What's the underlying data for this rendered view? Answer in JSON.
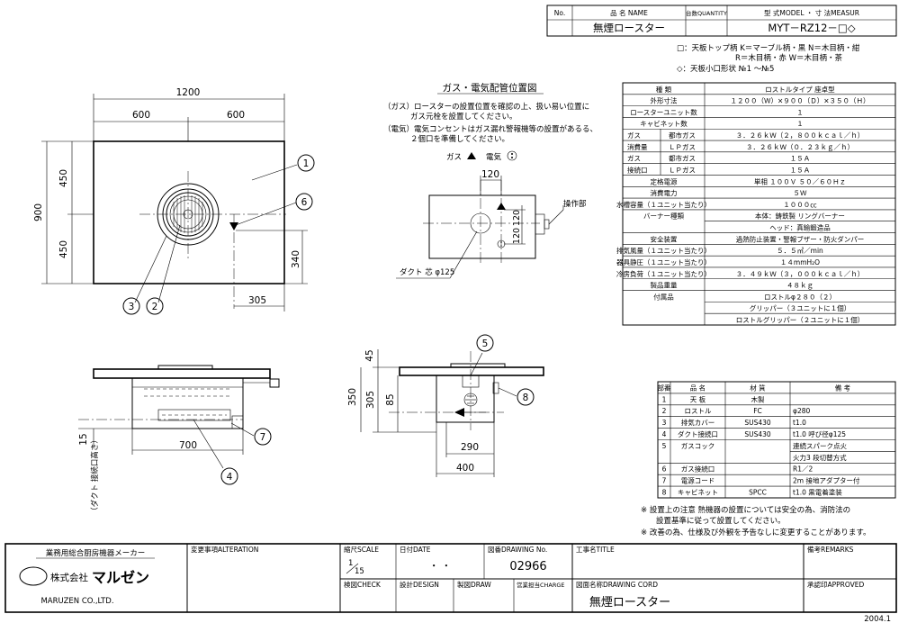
{
  "header": {
    "no_label": "No.",
    "name_label": "品 名 NAME",
    "qty_label": "台数QUANTITY",
    "model_label": "型 式MODEL ・ 寸 法MEASUR",
    "product_name": "無煙ロースター",
    "model": "MYT－RZ12－□◇"
  },
  "options": {
    "line1": "□：天板トップ柄 K＝マーブル柄・黒 N＝木目柄・紺",
    "line2": "R＝木目柄・赤 W＝木目柄・茶",
    "line3": "◇：天板小口形状 №1 ～№5"
  },
  "piping": {
    "title": "ガス・電気配管位置図",
    "note1a": "（ガス）ロースターの設置位置を確認の上、扱い易い位置に",
    "note1b": "ガス元栓を設置してください。",
    "note2a": "（電気）電気コンセントはガス漏れ警報機等の設置があるる、",
    "note2b": "２個口を準備してください。",
    "legend_gas": "ガス",
    "legend_elec": "電気",
    "label_operation": "操作部",
    "label_duct": "ダクト 芯 φ125",
    "dim_120a": "120",
    "dim_120b": "120",
    "dim_120c": "120"
  },
  "plan_view": {
    "dim_1200": "1200",
    "dim_600a": "600",
    "dim_600b": "600",
    "dim_900": "900",
    "dim_450a": "450",
    "dim_450b": "450",
    "dim_340": "340",
    "dim_305": "305"
  },
  "front_view": {
    "dim_700": "700",
    "dim_15": "15",
    "duct_label": "（ダクト 接続口高さ）"
  },
  "side_view": {
    "dim_45": "45",
    "dim_350": "350",
    "dim_305": "305",
    "dim_85": "85",
    "dim_290": "290",
    "dim_400": "400"
  },
  "balloons": [
    "1",
    "2",
    "3",
    "4",
    "5",
    "6",
    "7",
    "8"
  ],
  "spec_table": {
    "header_label": "種 類",
    "header_value": "ロストルタイプ 座卓型",
    "rows": [
      {
        "label": "外形寸法",
        "sub": "",
        "value": "１２００（Ｗ）×９００（Ｄ）×３５０（Ｈ）"
      },
      {
        "label": "ロースターユニット数",
        "sub": "",
        "value": "１"
      },
      {
        "label": "キャビネット数",
        "sub": "",
        "value": "１"
      },
      {
        "label": "ガス",
        "sub": "都市ガス",
        "value": "３．２６ｋＷ（２，８００ｋｃａｌ／ｈ）"
      },
      {
        "label": "消費量",
        "sub": "ＬＰガス",
        "value": "３．２６ｋＷ（０．２３ｋｇ／ｈ）"
      },
      {
        "label": "ガス",
        "sub": "都市ガス",
        "value": "１５Ａ"
      },
      {
        "label": "接続口",
        "sub": "ＬＰガス",
        "value": "１５Ａ"
      },
      {
        "label": "定格電源",
        "sub": "",
        "value": "単相 １００Ｖ ５０／６０Ｈｚ"
      },
      {
        "label": "消費電力",
        "sub": "",
        "value": "５Ｗ"
      },
      {
        "label": "水槽容量（１ユニット当たり）",
        "sub": "",
        "value": "１０００㏄"
      },
      {
        "label": "バーナー種類",
        "sub": "",
        "value": "本体：鋳鉄製 リングバーナー"
      },
      {
        "label": "",
        "sub": "",
        "value": "ヘッド：真鍮鍛造品"
      },
      {
        "label": "安全装置",
        "sub": "",
        "value": "過熱防止装置・警報ブザー・防火ダンパー"
      },
      {
        "label": "排気風量（１ユニット当たり）",
        "sub": "",
        "value": "５．５㎥／min"
      },
      {
        "label": "器具静圧（１ユニット当たり）",
        "sub": "",
        "value": "１４mmH₂O"
      },
      {
        "label": "冷房負荷（１ユニット当たり）",
        "sub": "",
        "value": "３．４９ｋＷ（３，０００ｋｃａｌ／ｈ）"
      },
      {
        "label": "製品重量",
        "sub": "",
        "value": "４８ｋｇ"
      },
      {
        "label": "付属品",
        "sub": "",
        "value": "ロストルφ２８０（２）"
      },
      {
        "label": "",
        "sub": "",
        "value": "グリッパー（３ユニットに１個）"
      },
      {
        "label": "",
        "sub": "",
        "value": "ロストルグリッパー（２ユニットに１個）"
      }
    ]
  },
  "parts_table": {
    "headers": [
      "部番",
      "品 名",
      "材 質",
      "備 考"
    ],
    "rows": [
      [
        "1",
        "天 板",
        "木製",
        ""
      ],
      [
        "2",
        "ロストル",
        "FC",
        "φ280"
      ],
      [
        "3",
        "排気カバー",
        "SUS430",
        "t1.0"
      ],
      [
        "4",
        "ダクト接続口",
        "SUS430",
        "t1.0 呼び径φ125"
      ],
      [
        "5",
        "ガスコック",
        "",
        "連続スパーク点火"
      ],
      [
        "",
        "",
        "",
        "火力3 段切替方式"
      ],
      [
        "6",
        "ガス接続口",
        "",
        "R1／2"
      ],
      [
        "7",
        "電源コード",
        "",
        "2m 接地アダプター付"
      ],
      [
        "8",
        "キャビネット",
        "SPCC",
        "t1.0 黒電着塗装"
      ]
    ]
  },
  "notes": {
    "n1a": "※ 設置上の注意 熱機器の設置については安全の為、消防法の",
    "n1b": "設置基準に従って設置してください。",
    "n2": "※ 改善の為、仕様及び外観を予告なしに変更することがあります。"
  },
  "title_block": {
    "maker_type": "業務用総合厨房機器メーカー",
    "company_prefix": "株式会社",
    "company_name": "マルゼン",
    "company_en": "MARUZEN CO.,LTD.",
    "alteration_label": "変更事項ALTERATION",
    "scale_label": "縮尺SCALE",
    "scale_num": "1",
    "scale_den": "15",
    "date_label": "日付DATE",
    "date_value": "・ ・",
    "drawing_no_label": "図番DRAWING No.",
    "drawing_no": "02966",
    "title_label": "工事名TITLE",
    "remarks_label": "備考REMARKS",
    "check_label": "検図CHECK",
    "design_label": "設計DESIGN",
    "draw_label": "製図DRAW",
    "charge_label": "営業担当CHARGE",
    "drawing_cord_label": "図面名称DRAWING CORD",
    "drawing_name": "無煙ロースター",
    "approved_label": "承認印APPROVED",
    "revision": "2004.1"
  }
}
